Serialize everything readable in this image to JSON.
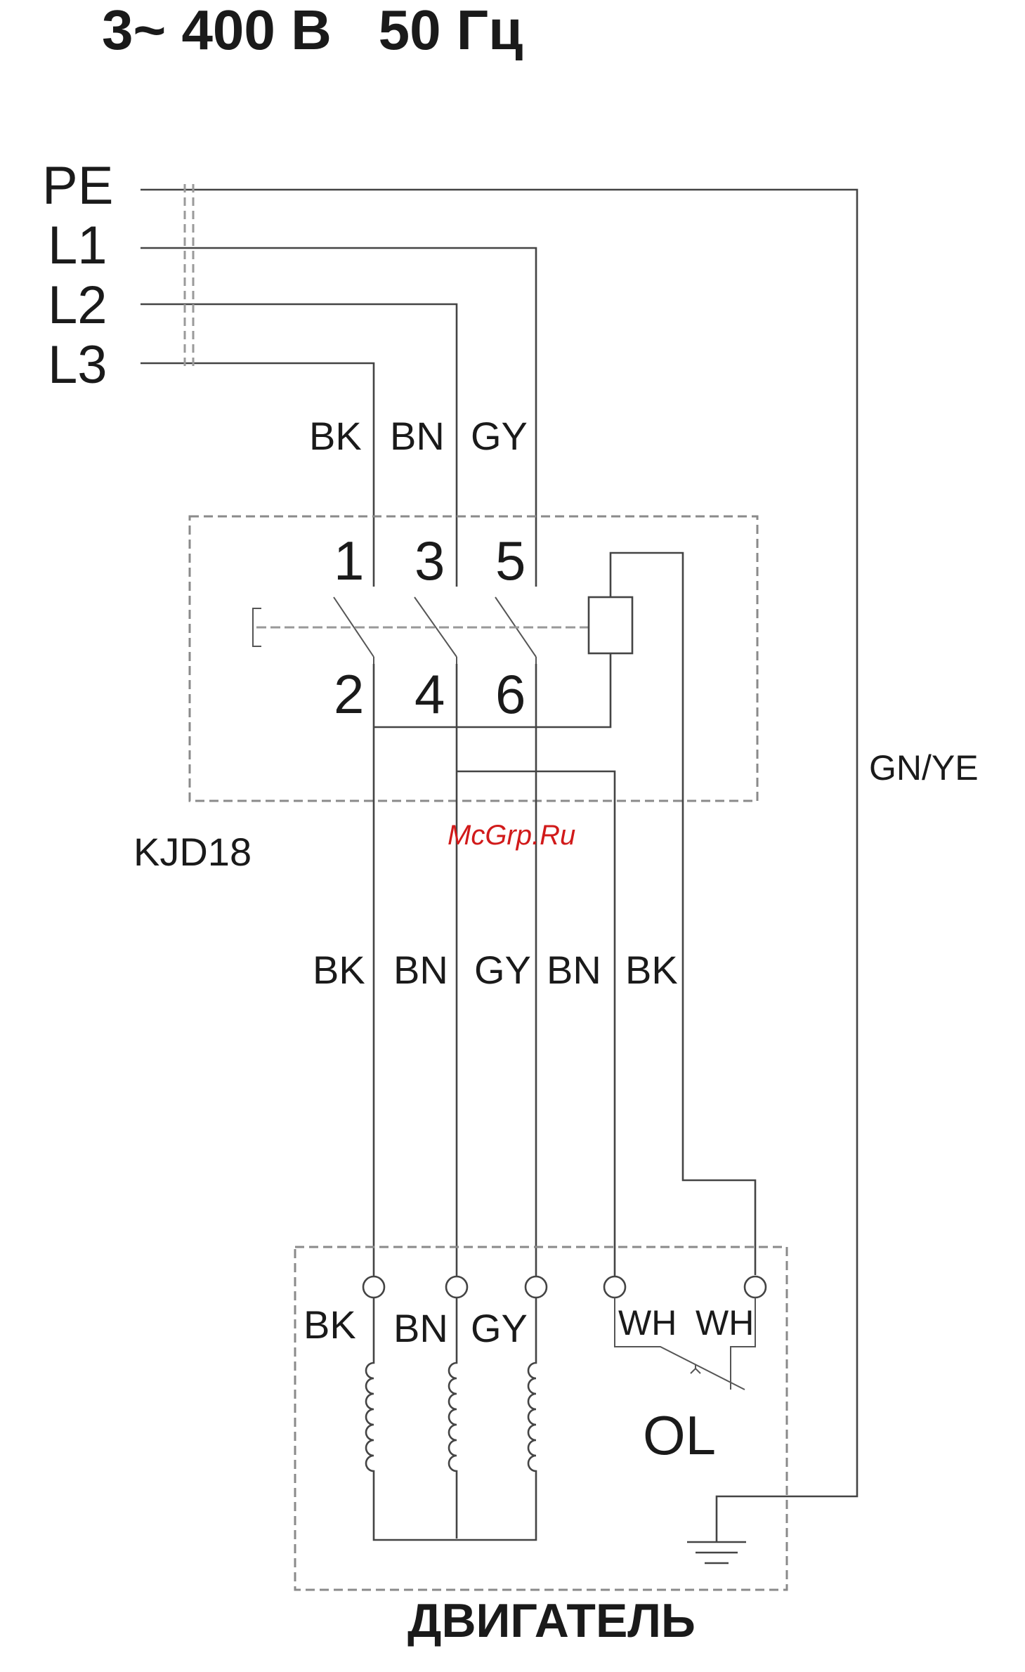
{
  "title": "3~ 400 В   50 Гц",
  "supply_lines": [
    "PE",
    "L1",
    "L2",
    "L3"
  ],
  "input_colors": [
    "BK",
    "BN",
    "GY"
  ],
  "contactor": {
    "name": "KJD18",
    "terminals_top": [
      "1",
      "3",
      "5"
    ],
    "terminals_bottom": [
      "2",
      "4",
      "6"
    ]
  },
  "ground_color": "GN/YE",
  "watermark": "McGrp.Ru",
  "cable_colors": [
    "BK",
    "BN",
    "GY",
    "BN",
    "BK"
  ],
  "motor": {
    "winding_colors": [
      "BK",
      "BN",
      "GY"
    ],
    "thermal_colors": [
      "WH",
      "WH"
    ],
    "overload_label": "OL",
    "name": "ДВИГАТЕЛЬ"
  },
  "colors": {
    "line": "#444444",
    "dashed_box": "#8a8a8a",
    "watermark": "#d11a1a"
  }
}
